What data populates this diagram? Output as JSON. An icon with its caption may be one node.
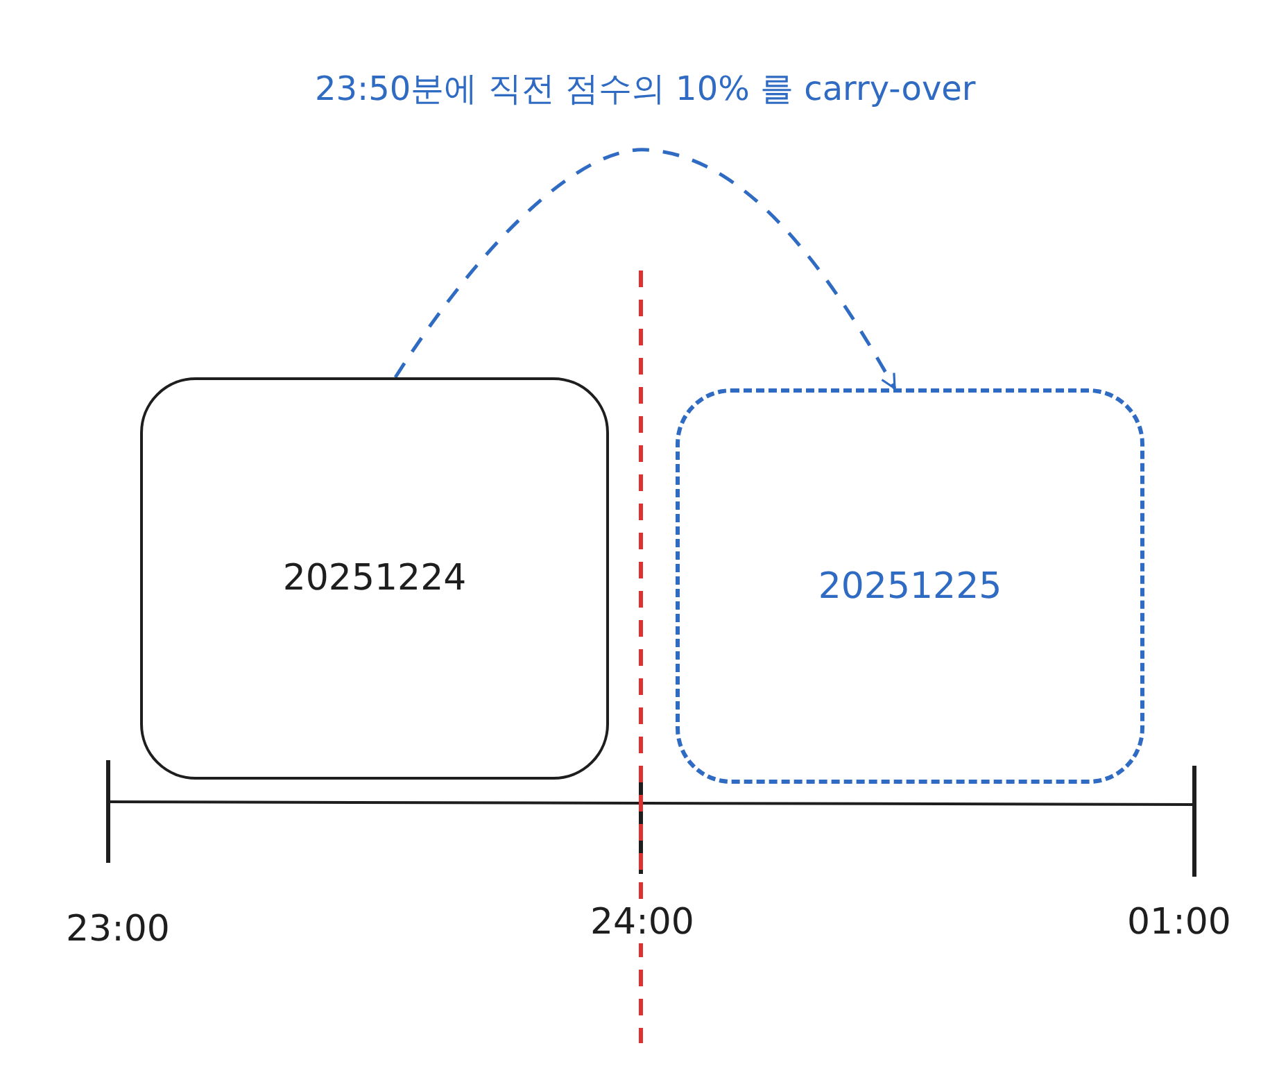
{
  "diagram": {
    "nodes": [
      {
        "text": [
          "20251224"
        ]
      },
      {
        "text": [
          "20251225"
        ]
      }
    ],
    "edges": [
      {
        "from": 0,
        "to": 1,
        "arrow": "to",
        "style": "dashed",
        "color": "#2f6bc2",
        "label": "23:50분에 직전 점수의 10% 를 carry-over"
      }
    ],
    "labels": [
      "23:00",
      "24:00",
      "01:00"
    ]
  }
}
